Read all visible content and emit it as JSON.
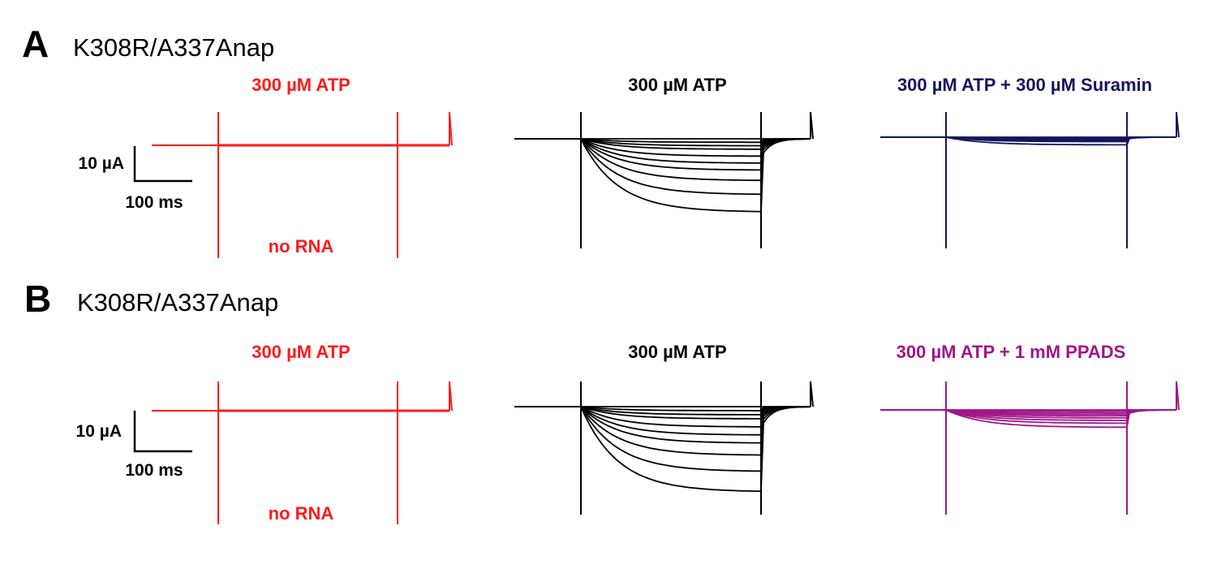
{
  "panels": [
    {
      "letter": "A",
      "construct": "K308R/A337Anap",
      "scale_bar": {
        "current": "10 µA",
        "time": "100 ms"
      },
      "traces": [
        {
          "label": "300 µM ATP",
          "sublabel": "no RNA",
          "color": "#ff1a1a"
        },
        {
          "label": "300 µM ATP",
          "color": "#000000"
        },
        {
          "label": "300 µM ATP + 300 µM Suramin",
          "color": "#14145f"
        }
      ]
    },
    {
      "letter": "B",
      "construct": "K308R/A337Anap",
      "scale_bar": {
        "current": "10 µA",
        "time": "100 ms"
      },
      "traces": [
        {
          "label": "300 µM ATP",
          "sublabel": "no RNA",
          "color": "#ff1a1a"
        },
        {
          "label": "300 µM ATP",
          "color": "#000000"
        },
        {
          "label": "300 µM ATP + 1 mM PPADS",
          "color": "#a0158a"
        }
      ]
    }
  ],
  "chart_data": {
    "type": "line",
    "description_units": {
      "x": "ms",
      "y": "µA"
    },
    "panels": [
      {
        "panel": "A",
        "conditions": [
          {
            "name": "300 µM ATP (no RNA)",
            "steady_currents": [
              0
            ]
          },
          {
            "name": "300 µM ATP",
            "steady_currents": [
              0,
              -1,
              -2,
              -3,
              -5,
              -7,
              -9,
              -12,
              -16,
              -21
            ]
          },
          {
            "name": "300 µM ATP + 300 µM Suramin",
            "steady_currents": [
              0,
              -0.2,
              -0.4,
              -0.6,
              -0.8,
              -1.0,
              -1.3,
              -2.2
            ]
          }
        ]
      },
      {
        "panel": "B",
        "conditions": [
          {
            "name": "300 µM ATP (no RNA)",
            "steady_currents": [
              0
            ]
          },
          {
            "name": "300 µM ATP",
            "steady_currents": [
              0,
              -1,
              -2,
              -3,
              -5,
              -7,
              -9,
              -12,
              -16,
              -21
            ]
          },
          {
            "name": "300 µM ATP + 1 mM PPADS",
            "steady_currents": [
              0,
              -0.3,
              -0.7,
              -1.1,
              -1.5,
              -2.0,
              -2.6,
              -3.3,
              -4.3
            ]
          }
        ]
      }
    ]
  }
}
